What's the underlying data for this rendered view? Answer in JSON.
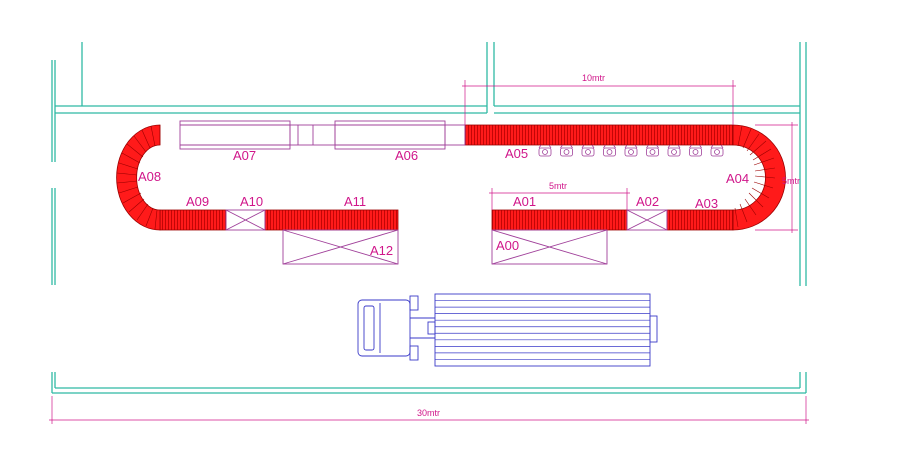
{
  "colors": {
    "wall": "#2fb9a4",
    "conveyor": "#ff1a1a",
    "conveyor_line": "#9c0000",
    "label": "#d0168a",
    "outline": "#a0409a",
    "truck": "#3a3ac8"
  },
  "labels": {
    "A00": "A00",
    "A01": "A01",
    "A02": "A02",
    "A03": "A03",
    "A04": "A04",
    "A05": "A05",
    "A06": "A06",
    "A07": "A07",
    "A08": "A08",
    "A09": "A09",
    "A10": "A10",
    "A11": "A11",
    "A12": "A12"
  },
  "dimensions": {
    "top": "10mtr",
    "mid": "5mtr",
    "right": "5mtr",
    "bottom": "30mtr"
  },
  "operator_icon": "worker-station-icon",
  "operator_count": 9,
  "truck_icon": "truck-icon"
}
